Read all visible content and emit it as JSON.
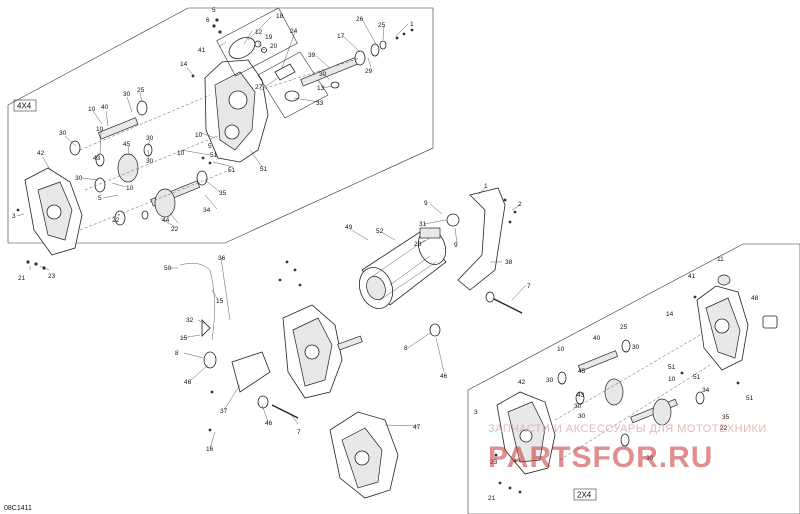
{
  "diagram": {
    "drawing_code": "08C1411",
    "config_labels": {
      "top_left": "4X4",
      "bottom_right": "2X4"
    },
    "watermark": {
      "line1": "ЗАПЧАСТИ И АКСЕССУАРЫ ДЛЯ МОТОТЕХНИКИ",
      "line2": "PARTSFOR.RU"
    },
    "callouts": {
      "n1": "1",
      "n2": "2",
      "n3": "3",
      "n5": "5",
      "n6": "6",
      "n7": "7",
      "n8": "8",
      "n9": "9",
      "n10": "10",
      "n11": "11",
      "n12": "12",
      "n13": "13",
      "n14": "14",
      "n15": "15",
      "n16": "16",
      "n17": "17",
      "n18": "18",
      "n19": "19",
      "n20": "20",
      "n21": "21",
      "n22": "22",
      "n23": "23",
      "n24": "24",
      "n25": "25",
      "n26": "26",
      "n27": "27",
      "n28": "28",
      "n29": "29",
      "n30": "30",
      "n31": "31",
      "n32": "32",
      "n33": "33",
      "n34": "34",
      "n35": "35",
      "n36": "36",
      "n37": "37",
      "n38": "38",
      "n39": "39",
      "n40": "40",
      "n41": "41",
      "n42": "42",
      "n43": "43",
      "n44": "44",
      "n45": "45",
      "n46": "46",
      "n47": "47",
      "n48": "48",
      "n49": "49",
      "n50": "50",
      "n51": "51",
      "n52": "52"
    }
  }
}
